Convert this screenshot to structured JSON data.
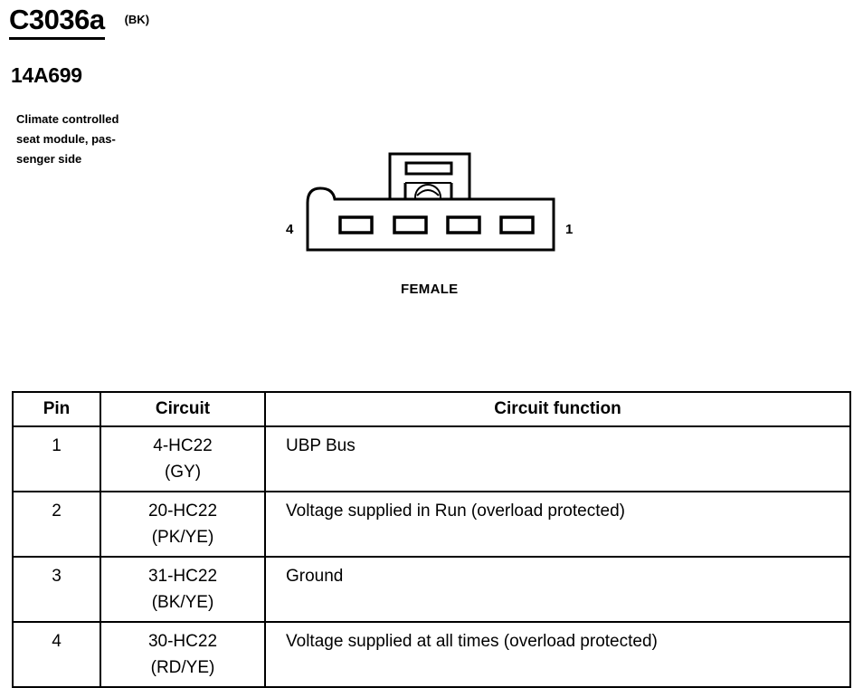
{
  "connector": {
    "id": "C3036a",
    "color_code": "(BK)",
    "part_number": "14A699",
    "description_lines": [
      "Climate controlled",
      "seat module, pas-",
      "senger side"
    ],
    "gender": "FEMALE",
    "pin_label_left": "4",
    "pin_label_right": "1"
  },
  "table": {
    "headers": {
      "pin": "Pin",
      "circuit": "Circuit",
      "function": "Circuit function"
    },
    "rows": [
      {
        "pin": "1",
        "circuit": "4-HC22",
        "color": "(GY)",
        "function": "UBP Bus"
      },
      {
        "pin": "2",
        "circuit": "20-HC22",
        "color": "(PK/YE)",
        "function": "Voltage supplied in Run (overload protected)"
      },
      {
        "pin": "3",
        "circuit": "31-HC22",
        "color": "(BK/YE)",
        "function": "Ground"
      },
      {
        "pin": "4",
        "circuit": "30-HC22",
        "color": "(RD/YE)",
        "function": "Voltage supplied at all times (overload protected)"
      }
    ]
  }
}
